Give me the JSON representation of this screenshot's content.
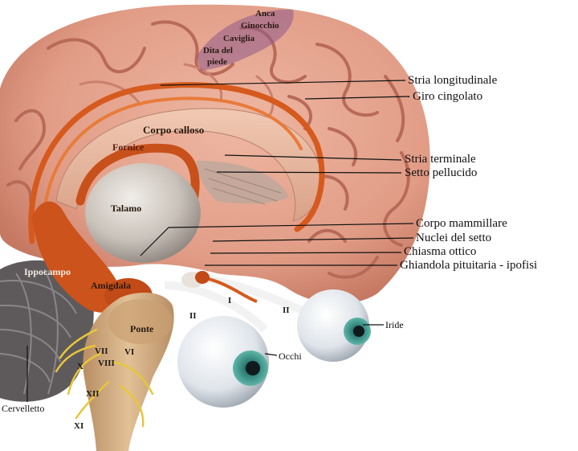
{
  "colors": {
    "brain_pink": "#e6a48e",
    "gyrus_shadow": "#b86a58",
    "limbic_orange": "#d65a1e",
    "thalamus_grey": "#c9c2ba",
    "cerebellum_grey": "#5e5a5c",
    "brainstem_tan": "#d9b48a",
    "nerve_yellow": "#e8c63a",
    "eye_white": "#eef1f4",
    "iris_teal": "#3d9a8e"
  },
  "cortex_labels": {
    "anca": "Anca",
    "ginocchio": "Ginocchio",
    "caviglia": "Caviglia",
    "dita_del": "Dita del",
    "piede": "piede"
  },
  "right_labels": {
    "stria_longitudinale": "Stria longitudinale",
    "giro_cingolato": "Giro cingolato",
    "stria_terminale": "Stria terminale",
    "setto_pellucido": "Setto pellucido",
    "corpo_mammillare": "Corpo mammillare",
    "nuclei_del_setto": "Nuclei del setto",
    "chiasma_ottico": "Chiasma ottico",
    "ghiandola_pituitaria": "Ghiandola pituitaria - ipofisi"
  },
  "inner_labels": {
    "corpo_calloso": "Corpo calloso",
    "fornice": "Fornice",
    "talamo": "Talamo",
    "ippocampo": "Ippocampo",
    "amigdala": "Amigdala",
    "ponte": "Ponte"
  },
  "eye_labels": {
    "occhi": "Occhi",
    "iride": "Iride"
  },
  "bottom_labels": {
    "cervelletto": "Cervelletto"
  },
  "nerve_labels": {
    "vii": "VII",
    "vi": "VI",
    "viii": "VIII",
    "x": "X",
    "xii": "XII",
    "xi": "XI",
    "ii_a": "II",
    "ii_b": "II",
    "i": "I"
  }
}
